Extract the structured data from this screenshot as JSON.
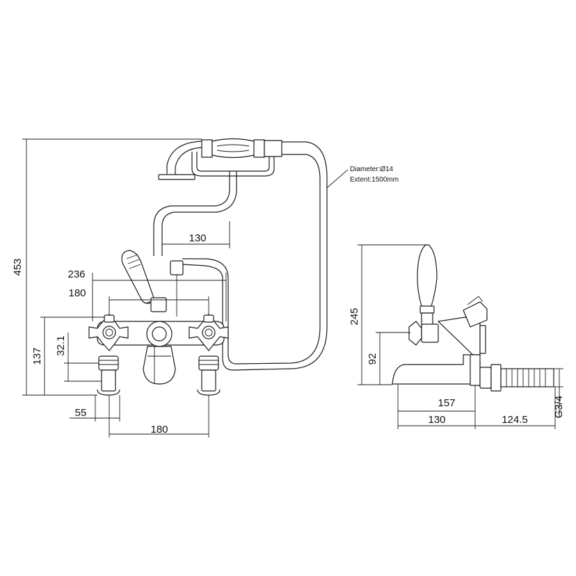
{
  "front_view": {
    "dims": {
      "overall_height": "453",
      "spout_reach": "130",
      "overall_width": "236",
      "valve_centers_top": "180",
      "height_137": "137",
      "height_32": "32.1",
      "leg_55": "55",
      "valve_centers_bottom": "180"
    },
    "hose_note": {
      "diameter": "Diameter:Ø14",
      "extent": "Extent:1500mm"
    }
  },
  "side_view": {
    "dims": {
      "height_245": "245",
      "height_92": "92",
      "length_157": "157",
      "length_130": "130",
      "length_124": "124.5",
      "thread": "G3/4"
    }
  }
}
